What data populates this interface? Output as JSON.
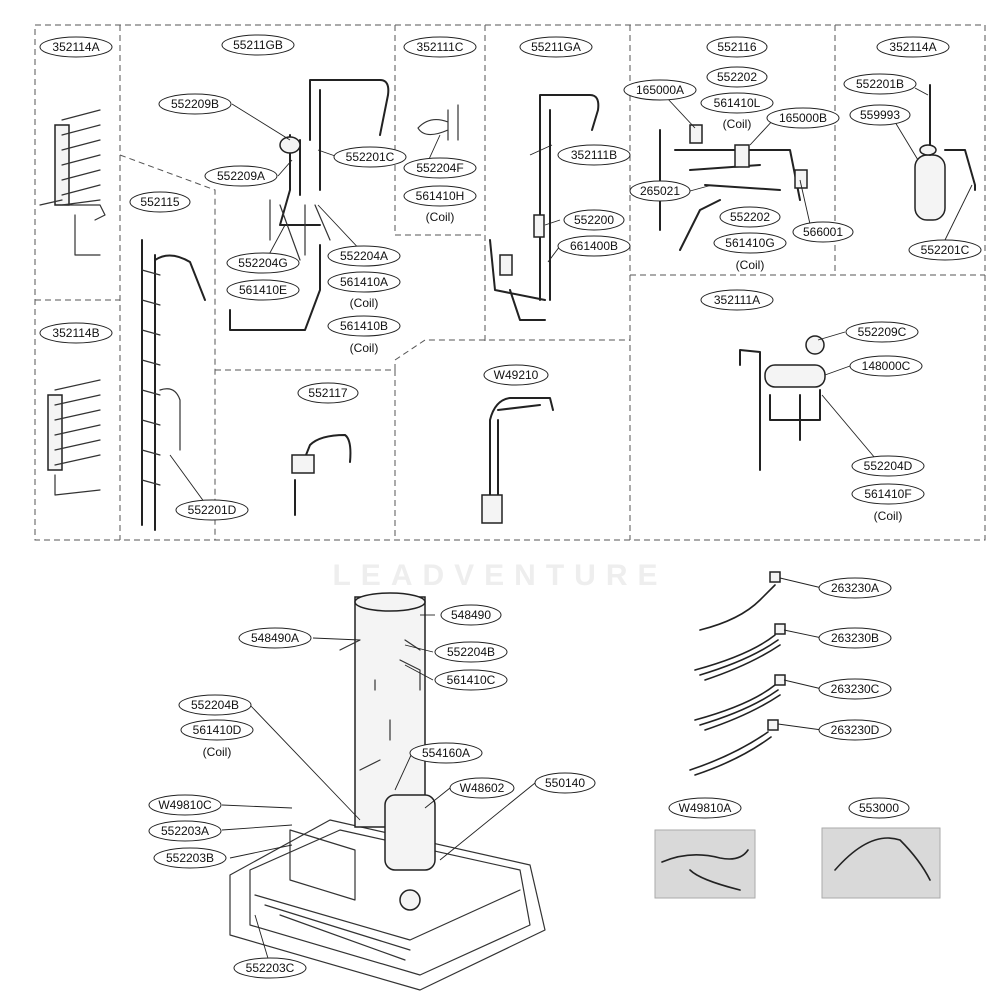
{
  "watermark": "LEADVENTURE",
  "labels": {
    "l352114A_top": "352114A",
    "l55211GB": "55211GB",
    "l352111C": "352111C",
    "l55211GA": "55211GA",
    "l552116": "552116",
    "l352114A_right": "352114A",
    "l552209B": "552209B",
    "l552201C_mid": "552201C",
    "l552209A": "552209A",
    "l552204F": "552204F",
    "l561410H": "561410H",
    "l552115": "552115",
    "l552204G": "552204G",
    "l552204A": "552204A",
    "l561410E": "561410E",
    "l561410A": "561410A",
    "l561410B": "561410B",
    "l352111B": "352111B",
    "l552200": "552200",
    "l661400B": "661400B",
    "l552202_top": "552202",
    "l165000A": "165000A",
    "l561410L": "561410L",
    "l165000B": "165000B",
    "l265021": "265021",
    "l552202_bot": "552202",
    "l566001": "566001",
    "l561410G": "561410G",
    "l552201B": "552201B",
    "l559993": "559993",
    "l552201C_right": "552201C",
    "l352114B": "352114B",
    "l352111A": "352111A",
    "l552117": "552117",
    "lW49210": "W49210",
    "l552209C": "552209C",
    "l148000C": "148000C",
    "l552201D": "552201D",
    "l552204D": "552204D",
    "l561410F": "561410F",
    "l548490": "548490",
    "l548490A": "548490A",
    "l552204B_top": "552204B",
    "l561410C": "561410C",
    "l552204B_left": "552204B",
    "l561410D": "561410D",
    "l554160A": "554160A",
    "lW48602": "W48602",
    "l550140": "550140",
    "lW49810C": "W49810C",
    "l552203A": "552203A",
    "l552203B": "552203B",
    "l552203C": "552203C",
    "l263230A": "263230A",
    "l263230B": "263230B",
    "l263230C": "263230C",
    "l263230D": "263230D",
    "lW49810A": "W49810A",
    "l553000": "553000"
  },
  "notes": {
    "coil_H": "(Coil)",
    "coil_A": "(Coil)",
    "coil_B": "(Coil)",
    "coil_L": "(Coil)",
    "coil_G": "(Coil)",
    "coil_F": "(Coil)",
    "coil_D": "(Coil)"
  }
}
